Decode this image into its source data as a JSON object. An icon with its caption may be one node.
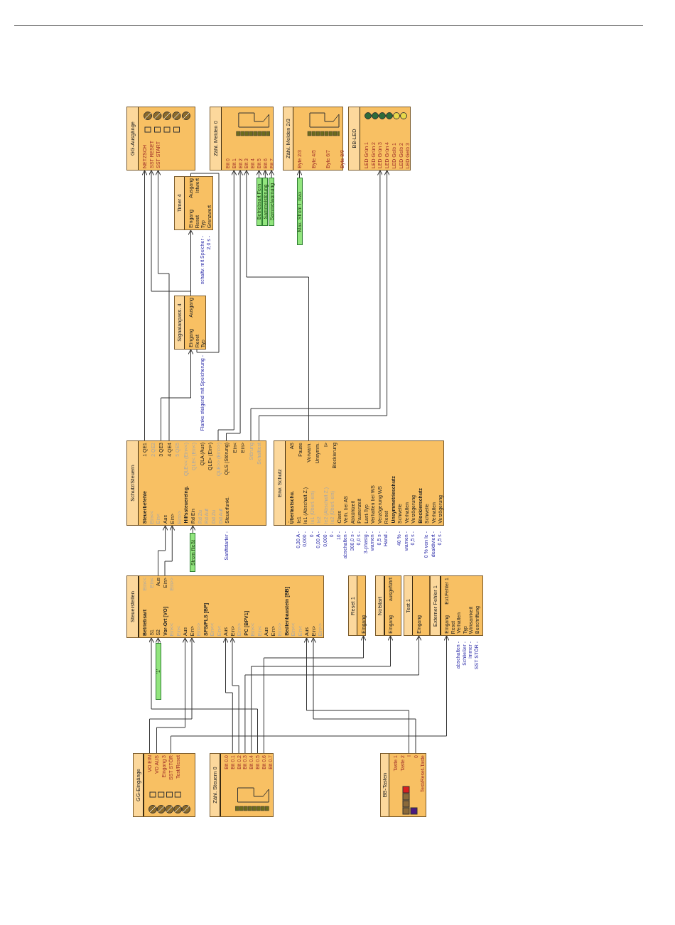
{
  "diagram": {
    "nodes": [
      {
        "text": [
          "GG-Ausgänge",
          "NETZSCH",
          "SST RESET",
          "SST START"
        ]
      },
      {
        "text": [
          "Zähl. Melden 0",
          "Bit 0",
          "Bit 1",
          "Bit 2",
          "Bit 3",
          "Bit 4",
          "Bit 5",
          "Bit 6",
          "Bit 7"
        ]
      },
      {
        "text": [
          "Zähl. Melden 2/3",
          "Byte 2/3",
          "Byte 4/5",
          "Byte 6/7",
          "Byte 8/9"
        ]
      },
      {
        "text": [
          "BB-LED",
          "LED Grün 1",
          "LED Grün 2",
          "LED Grün 3",
          "LED Grün 4",
          "LED Gelb 1",
          "LED Gelb 2",
          "LED Gelb 3"
        ]
      },
      {
        "text": [
          "Betriebsart Fern"
        ]
      },
      {
        "text": [
          "Sammelstörung"
        ]
      },
      {
        "text": [
          "Sammelwarnung"
        ]
      },
      {
        "text": [
          "Max. Strom I_max"
        ]
      },
      {
        "text": [
          "Timer 4",
          "Eingang",
          "Reset",
          "Typ",
          "Grenzwert",
          "Ausgang",
          "Istwert"
        ],
        "beside": [
          "schaltv. mit Speicher -",
          "2,0 s -"
        ]
      },
      {
        "text": [
          "Signalanpass. 4",
          "Eingang",
          "Reset",
          "Typ",
          "Ausgang"
        ],
        "beside": [
          "Flanke steigend mit Speicherung -"
        ]
      },
      {
        "text": [
          "Strom fließt"
        ]
      },
      {
        "text": [
          "Schutz/Steuern",
          "Steuerbefehle",
          "Ein<<",
          "Ein<",
          "Aus",
          "Ein>",
          "Ein>>",
          "Hilfssteuereing.",
          "Rd Ein",
          "Rd Zu",
          "Rd Auf",
          "Dd Zu",
          "Dd Auf",
          "Steuerfunkt.",
          "1 QE1",
          "2 QE2",
          "3 QE3",
          "4 QE4",
          "5 QE5",
          "QLE<< (Ein<<)",
          "QLE< (Ein<)",
          "QLA (Aus)",
          "QLE> (Ein>)",
          "QLE>> (Ein>>)",
          "QLS (Störung)",
          "Ein<",
          "Ein>",
          "Störung",
          "Schalttest"
        ],
        "beside": [
          "Sanftstarter -"
        ]
      },
      {
        "text": [
          "Erw. Schutz",
          "Überlastschu.",
          "Ie1",
          "Ie1 (Abschalt Z.)",
          "Ie1 (Überl. ein)",
          "Ie2",
          "Ie2 (Abschalt Z.)",
          "Ie2 (Überl. ein)",
          "Class",
          "Verh. bei AS",
          "Abkühlzeit",
          "Pausenzeit",
          "Last-Typ",
          "Verhalten bei WS",
          "Verzögerung WS",
          "Reset",
          "Unsymmetrieschutz",
          "Schwelle",
          "Verhalten",
          "Verzögerung",
          "Blockierschutz",
          "Schwelle",
          "Verhalten",
          "Verzögerung",
          "AS",
          "Pause",
          "Vorwarn.",
          "Unsymm.",
          "I>",
          "Blockierung"
        ],
        "beside": [
          "0,30 A -",
          "0,000 -",
          "0 -",
          "0,00 A -",
          "0,000 -",
          "0 -",
          "10 -",
          "abschalten -",
          "300,0 s -",
          "0,0 s -",
          "3-phasig -",
          "warnen -",
          "0,5 s -",
          "Hand -",
          "40 % -",
          "warnen -",
          "0,5 s -",
          "0 % von Ie -",
          "deaktiviert -",
          "0,5 s -"
        ]
      },
      {
        "text": [
          "'1'"
        ]
      },
      {
        "text": [
          "Steuerstellen",
          "Betriebsart",
          "S1",
          "S2",
          "Vor-Ort [VO]",
          "Ein<<",
          "Ein<",
          "Aus",
          "Ein>",
          "Ein>>",
          "SPS/PLS [BP]",
          "Ein<<",
          "Ein<",
          "Aus",
          "Ein>",
          "Ein>>",
          "PC [BPV1]",
          "Ein<<",
          "Ein<",
          "Aus",
          "Ein>",
          "Ein>>",
          "Bedienbaustein [BB]",
          "Ein<<",
          "Ein<",
          "Aus",
          "Ein>",
          "Ein>>",
          "Ein<<",
          "Ein<",
          "Aus",
          "Ein>",
          "Ein>>"
        ]
      },
      {
        "text": [
          "Reset 1",
          "Eingang"
        ]
      },
      {
        "text": [
          "Notstart",
          "Eingang",
          "ausgeführt"
        ]
      },
      {
        "text": [
          "Test 1",
          "Eingang"
        ]
      },
      {
        "text": [
          "Externer Fehler 1",
          "Eingang",
          "Reset",
          "Verhalten",
          "Typ",
          "Wirksamkeit",
          "Beschriftung",
          "Ext.Fehler 1"
        ],
        "beside": [
          "abschalten -",
          "Schließer -",
          "immer -",
          "SST STÖR -"
        ]
      },
      {
        "text": [
          "GG-Eingänge",
          "VO EIN",
          "VO AUS",
          "Eingang 3",
          "SST STÖR",
          "Test/Reset"
        ]
      },
      {
        "text": [
          "Zähl. Steuern 0",
          "Bit 0.0",
          "Bit 0.1",
          "Bit 0.2",
          "Bit 0.3",
          "Bit 0.4",
          "Bit 0.5",
          "Bit 0.6",
          "Bit 0.7"
        ]
      },
      {
        "text": [
          "BB-Tasten",
          "Taste 1",
          "Taste 2",
          "I",
          "0",
          "Test/Reset-Taste"
        ]
      }
    ],
    "edges": [
      {
        "from": 11,
        "to": 0,
        "arrow": "to"
      },
      {
        "from": 9,
        "to": 0,
        "arrow": "to"
      },
      {
        "from": 9,
        "to": 8,
        "arrow": "to"
      },
      {
        "from": 11,
        "to": 0,
        "arrow": "to"
      },
      {
        "from": 11,
        "to": 9,
        "arrow": "to"
      },
      {
        "from": 8,
        "to": 9,
        "arrow": "to"
      },
      {
        "from": 11,
        "to": 1,
        "arrow": "to"
      },
      {
        "from": 11,
        "to": 1,
        "arrow": "to"
      },
      {
        "from": 12,
        "to": 1,
        "arrow": "to"
      },
      {
        "from": 11,
        "to": 3,
        "arrow": "to"
      },
      {
        "from": 11,
        "to": 3,
        "arrow": "to"
      },
      {
        "from": 4,
        "to": 1,
        "arrow": "to"
      },
      {
        "from": 5,
        "to": 1,
        "arrow": "to"
      },
      {
        "from": 6,
        "to": 1,
        "arrow": "to"
      },
      {
        "from": 7,
        "to": 2,
        "arrow": "to"
      },
      {
        "from": 10,
        "to": 11,
        "arrow": "to"
      },
      {
        "from": 14,
        "to": 11,
        "arrow": "to"
      },
      {
        "from": 14,
        "to": 11,
        "arrow": "to"
      },
      {
        "from": 13,
        "to": 14,
        "arrow": "to"
      },
      {
        "from": 19,
        "to": 14,
        "arrow": "to"
      },
      {
        "from": 19,
        "to": 14,
        "arrow": "to"
      },
      {
        "from": 19,
        "to": 18,
        "arrow": "to"
      },
      {
        "from": 20,
        "to": 14,
        "arrow": "to"
      },
      {
        "from": 20,
        "to": 14,
        "arrow": "to"
      },
      {
        "from": 20,
        "to": 14,
        "arrow": "to"
      },
      {
        "from": 20,
        "to": 17,
        "arrow": "to"
      },
      {
        "from": 20,
        "to": 16,
        "arrow": "to"
      },
      {
        "from": 20,
        "to": 15,
        "arrow": "to"
      },
      {
        "from": 21,
        "to": 14,
        "arrow": "to"
      },
      {
        "from": 21,
        "to": 14,
        "arrow": "to"
      }
    ]
  }
}
